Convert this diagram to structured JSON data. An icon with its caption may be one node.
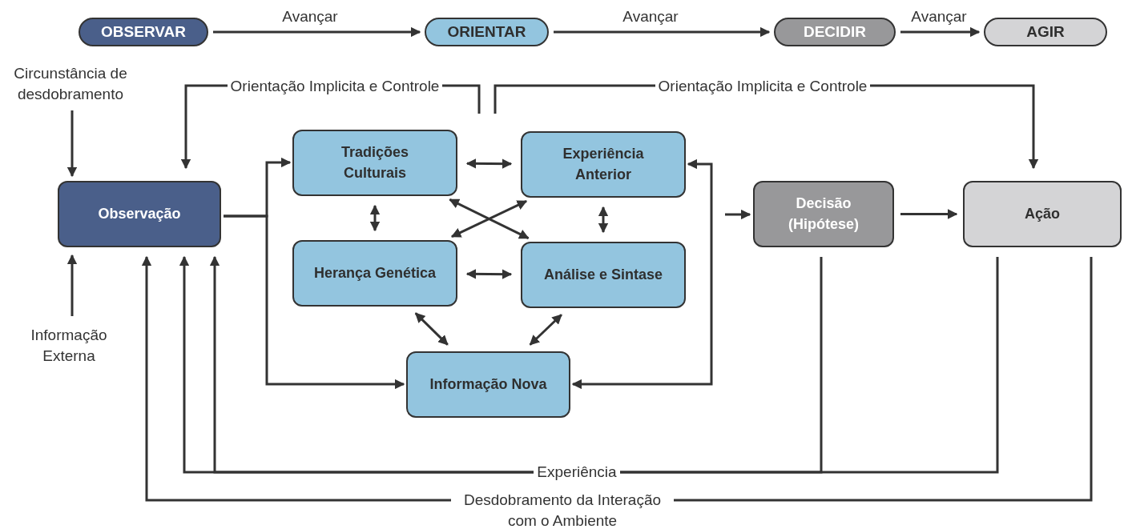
{
  "diagram": {
    "nodes": [
      {
        "text": [
          "OBSERVAR"
        ]
      },
      {
        "text": [
          "ORIENTAR"
        ]
      },
      {
        "text": [
          "DECIDIR"
        ]
      },
      {
        "text": [
          "AGIR"
        ]
      },
      {
        "text": [
          "Circunstância de desdobramento"
        ]
      },
      {
        "text": [
          "Informação Externa"
        ]
      },
      {
        "text": [
          "Observação"
        ]
      },
      {
        "text": [
          "Tradições Culturais"
        ]
      },
      {
        "text": [
          "Experiência Anterior"
        ]
      },
      {
        "text": [
          "Herança Genética"
        ]
      },
      {
        "text": [
          "Análise e Sintase"
        ]
      },
      {
        "text": [
          "Informação Nova"
        ]
      },
      {
        "text": [
          "Decisão (Hipótese)"
        ]
      },
      {
        "text": [
          "Ação"
        ]
      }
    ],
    "edges": [
      {
        "from": 0,
        "to": 1,
        "arrow": "to",
        "label": "Avançar"
      },
      {
        "from": 1,
        "to": 2,
        "arrow": "to",
        "label": "Avançar"
      },
      {
        "from": 2,
        "to": 3,
        "arrow": "to",
        "label": "Avançar"
      },
      {
        "from": 4,
        "to": 6,
        "arrow": "to"
      },
      {
        "from": 5,
        "to": 6,
        "arrow": "to"
      },
      {
        "from": null,
        "to": 6,
        "arrow": "to",
        "label": "Orientação Implicita e Controle"
      },
      {
        "from": null,
        "to": 13,
        "arrow": "to",
        "label": "Orientação Implicita e Controle"
      },
      {
        "from": 6,
        "to": 7,
        "arrow": "to"
      },
      {
        "from": 6,
        "to": 11,
        "arrow": "to"
      },
      {
        "from": 7,
        "to": 8,
        "arrow": "both"
      },
      {
        "from": 7,
        "to": 9,
        "arrow": "both"
      },
      {
        "from": 8,
        "to": 10,
        "arrow": "both"
      },
      {
        "from": 9,
        "to": 10,
        "arrow": "both"
      },
      {
        "from": 7,
        "to": 10,
        "arrow": "both"
      },
      {
        "from": 8,
        "to": 9,
        "arrow": "both"
      },
      {
        "from": 9,
        "to": 11,
        "arrow": "both"
      },
      {
        "from": 10,
        "to": 11,
        "arrow": "both"
      },
      {
        "from": 8,
        "to": 11,
        "arrow": "both"
      },
      {
        "from": null,
        "to": 12,
        "arrow": "to"
      },
      {
        "from": 12,
        "to": 13,
        "arrow": "to"
      },
      {
        "from": 12,
        "to": 6,
        "arrow": "to",
        "label": "Experiência"
      },
      {
        "from": 13,
        "to": 6,
        "arrow": "to"
      },
      {
        "from": 13,
        "to": 6,
        "arrow": "to",
        "label": "Desdobramento da Interação com o Ambiente"
      }
    ]
  }
}
